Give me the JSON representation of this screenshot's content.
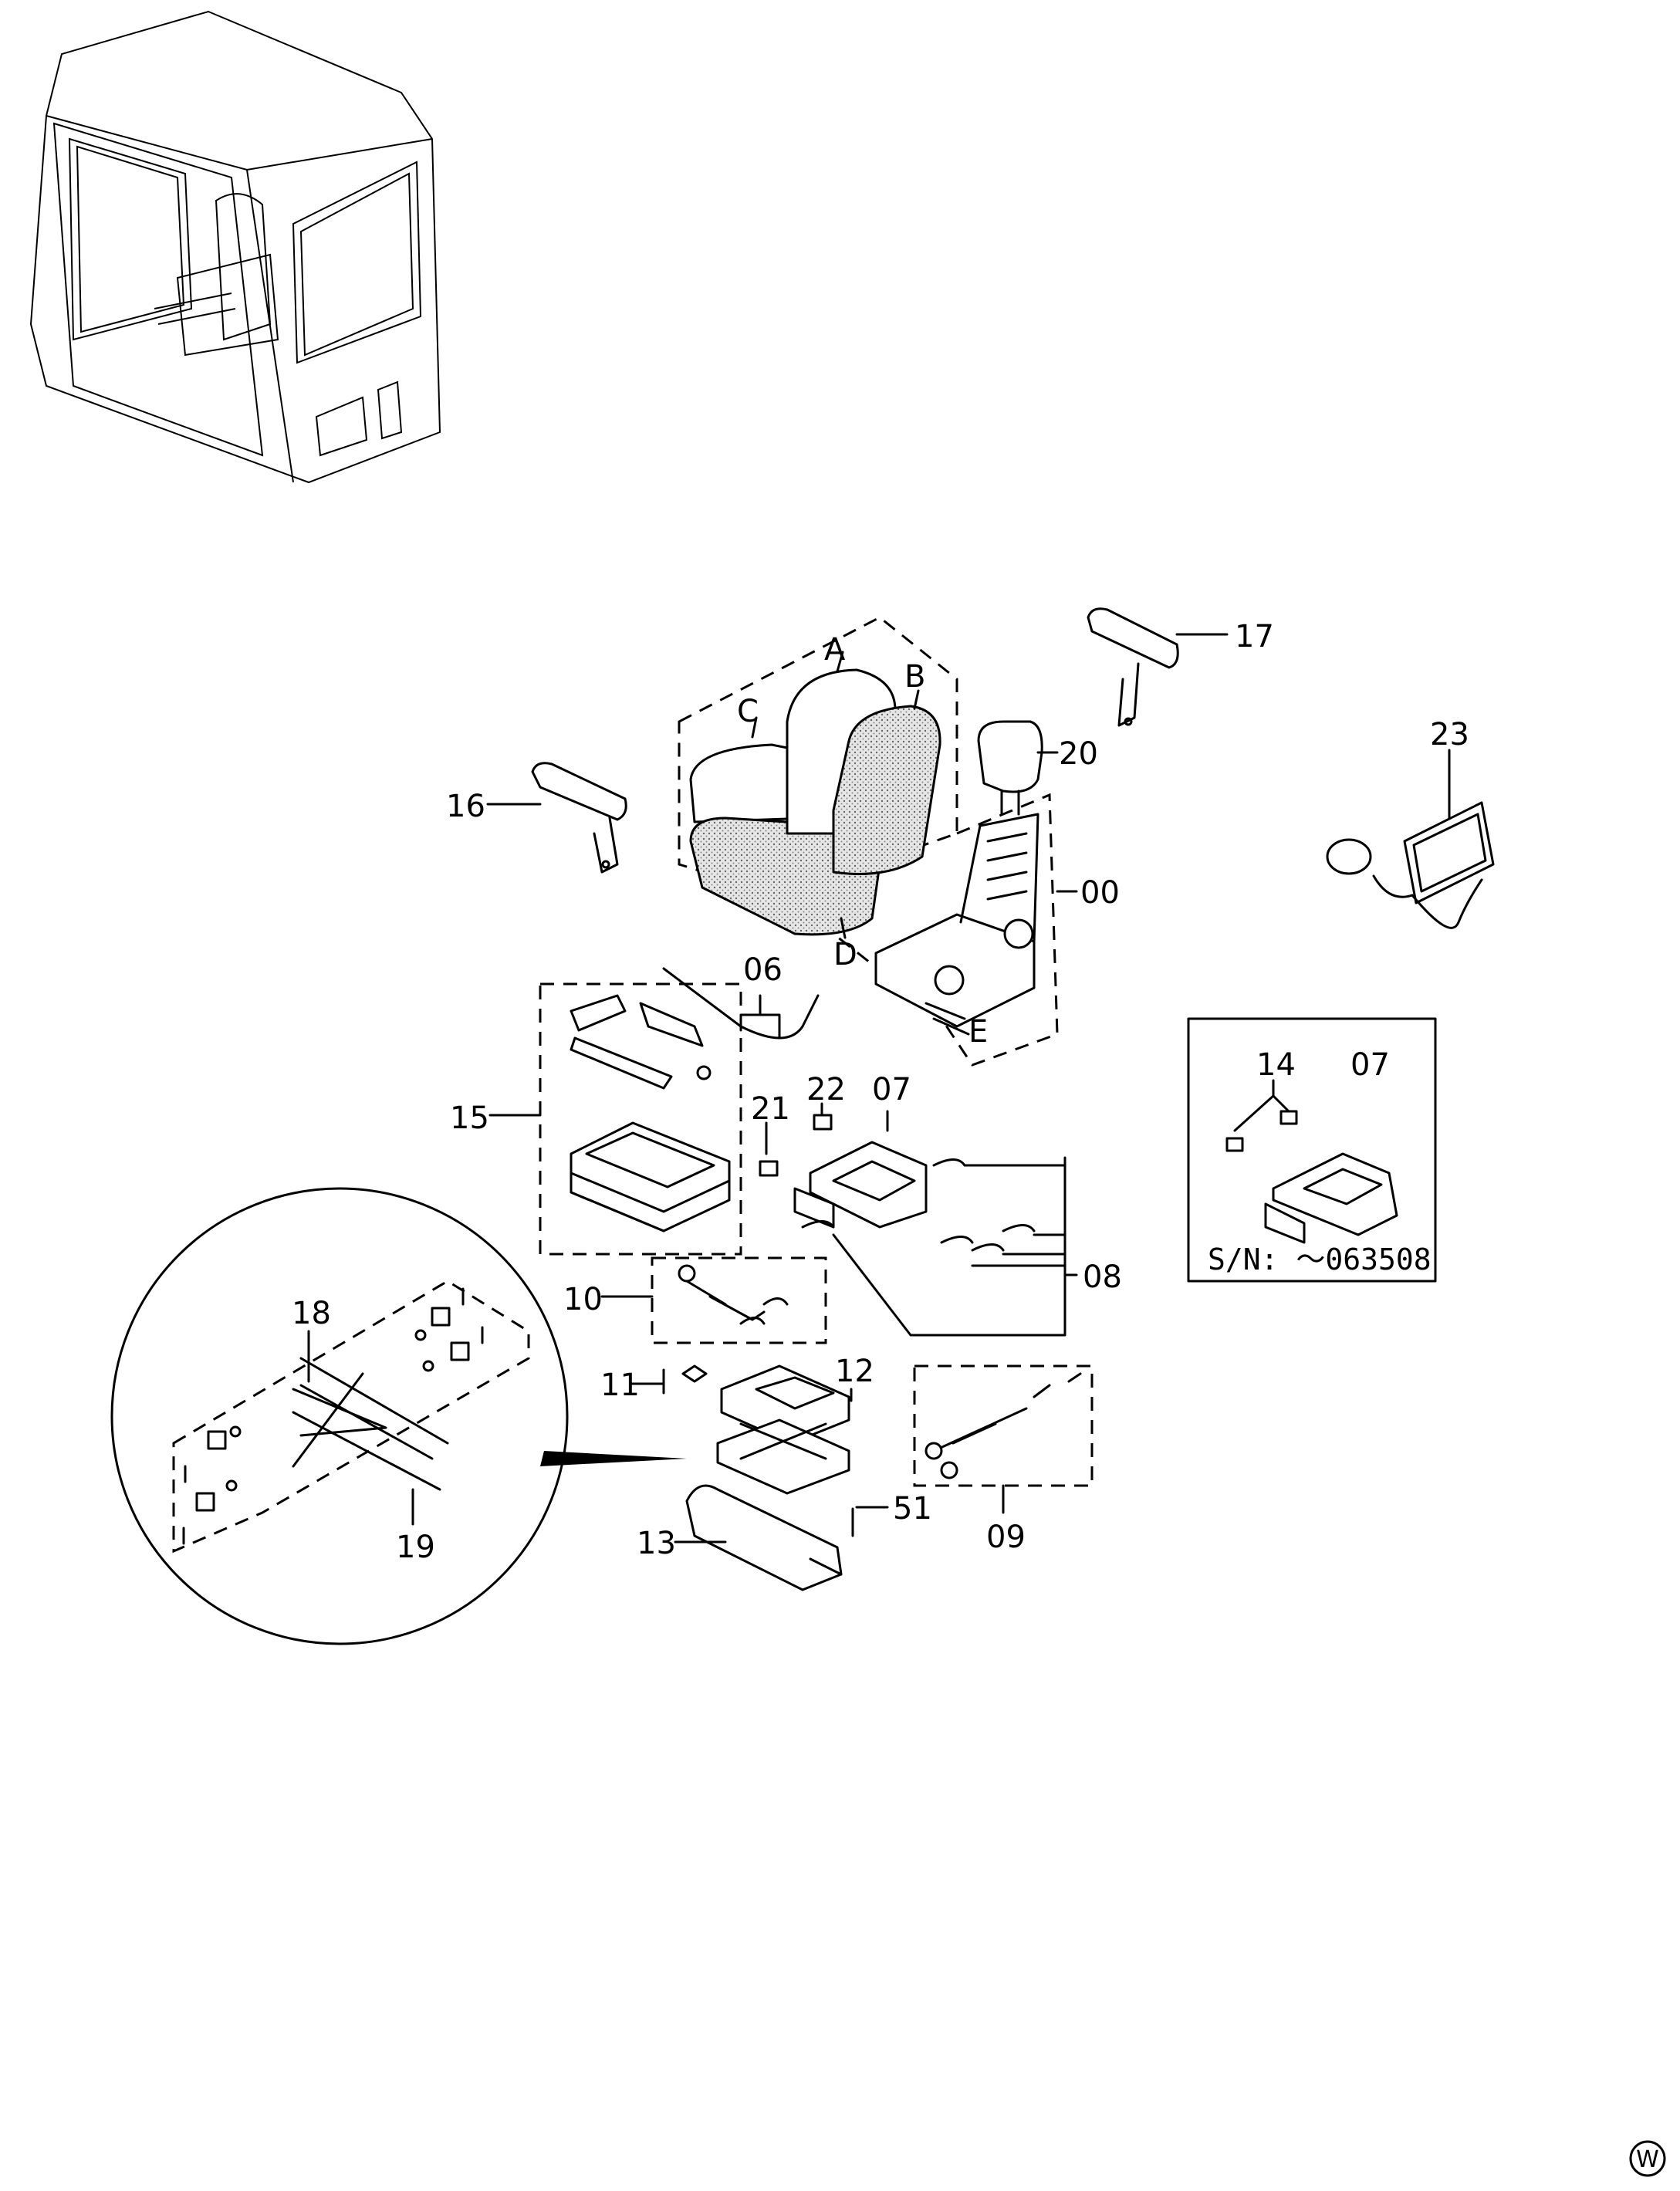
{
  "callouts": {
    "p00": "00",
    "p06": "06",
    "p07": "07",
    "p07b": "07",
    "p08": "08",
    "p09": "09",
    "p10": "10",
    "p11": "11",
    "p12": "12",
    "p13": "13",
    "p14": "14",
    "p15": "15",
    "p16": "16",
    "p17": "17",
    "p18": "18",
    "p19": "19",
    "p20": "20",
    "p21": "21",
    "p22": "22",
    "p23": "23",
    "p51": "51",
    "A": "A",
    "B": "B",
    "C": "C",
    "D": "D",
    "E": "E"
  },
  "inset": {
    "serial": "S/N: ～063508"
  },
  "corner_mark": "W",
  "icons": {
    "corner_mark": "circled-letter-icon"
  }
}
